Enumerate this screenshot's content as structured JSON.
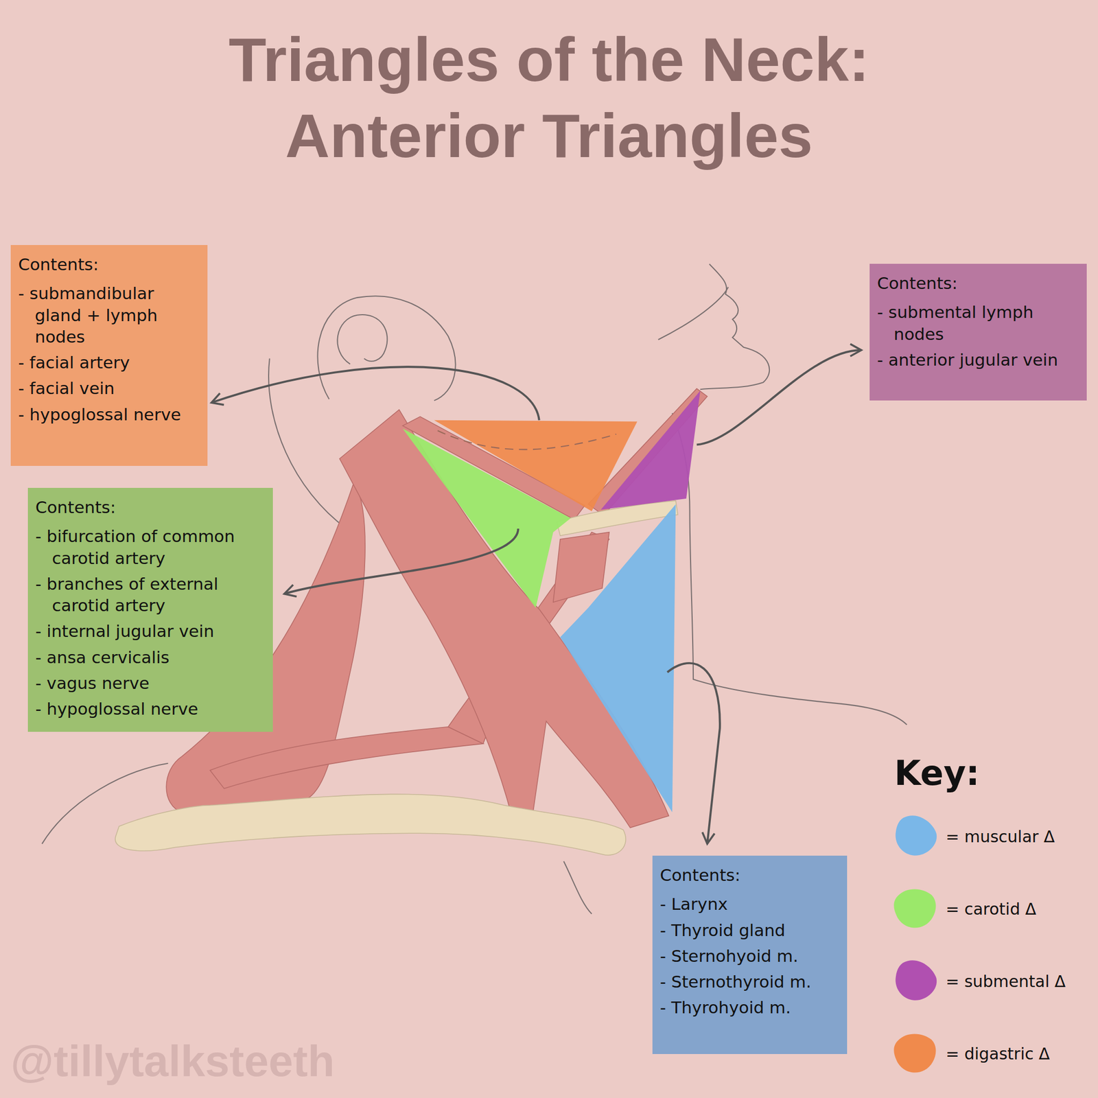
{
  "diagram": {
    "title": "Triangles of the Neck: Anterior Triangles",
    "nodes": [
      {
        "text": [
          "Contents:",
          "- submandibular gland + lymph nodes",
          "- facial artery",
          "- facial vein",
          "- hypoglossal nerve"
        ]
      },
      {
        "text": [
          "Contents:",
          "- submental lymph nodes",
          "- anterior jugular vein"
        ]
      },
      {
        "text": [
          "Contents:",
          "- bifurcation of common carotid artery",
          "- branches of external carotid artery",
          "- internal jugular vein",
          "- ansa cervicalis",
          "- vagus nerve",
          "- hypoglossal nerve"
        ]
      },
      {
        "text": [
          "Contents:",
          "- Larynx",
          "- Thyroid gland",
          "- Sternohyoid m.",
          "- Sternothyroid m.",
          "- Thyrohyoid m."
        ]
      }
    ],
    "labels": [
      "Key:",
      "@tillytalksteeth"
    ],
    "legend": [
      {
        "text": "= muscular Δ",
        "color": "#7ab7e8"
      },
      {
        "text": "= carotid Δ",
        "color": "#9be86a"
      },
      {
        "text": "= submental Δ",
        "color": "#b050b0"
      },
      {
        "text": "= digastric Δ",
        "color": "#f08a4c"
      }
    ]
  }
}
